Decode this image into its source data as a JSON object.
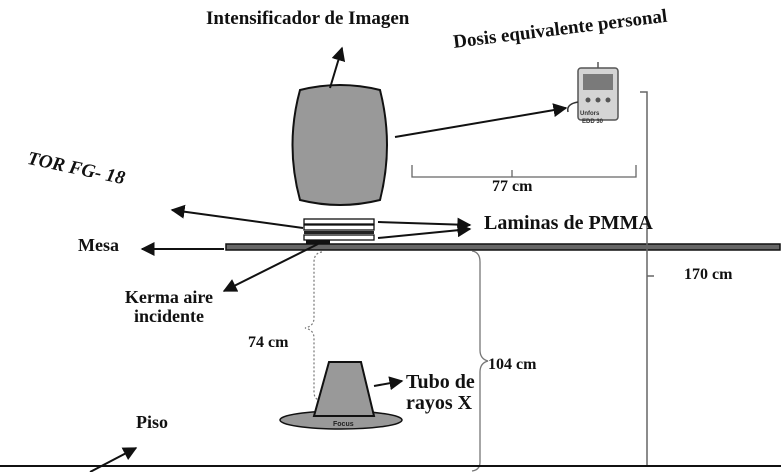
{
  "labels": {
    "intensifier": "Intensificador de Imagen",
    "dosimeter": "Dosis equivalente personal",
    "tor": "TOR FG- 18",
    "pmma": "Laminas de PMMA",
    "table": "Mesa",
    "kerma_line1": "Kerma aire",
    "kerma_line2": "incidente",
    "tube_line1": "Tubo de",
    "tube_line2": "rayos X",
    "floor": "Piso",
    "focus": "Focus"
  },
  "dimensions": {
    "dosimeter_distance": "77 cm",
    "tube_table_distance": "74 cm",
    "tube_height": "104 cm",
    "total_height": "170 cm"
  },
  "device": {
    "brand": "Unfors",
    "model": "EDD 30"
  },
  "colors": {
    "component_fill": "#999999",
    "stroke": "#111111",
    "bracket": "#666666",
    "background": "#ffffff"
  }
}
